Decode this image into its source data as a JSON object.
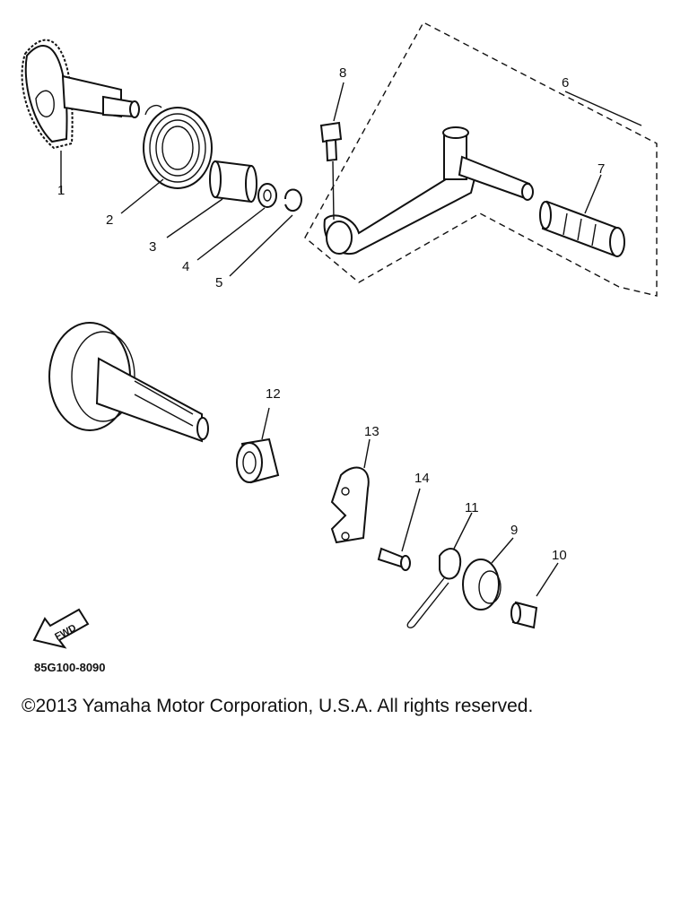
{
  "parts": [
    {
      "ref": "1",
      "name": "gear-1"
    },
    {
      "ref": "2",
      "name": "spring-2"
    },
    {
      "ref": "3",
      "name": "collar-3"
    },
    {
      "ref": "4",
      "name": "washer-4"
    },
    {
      "ref": "5",
      "name": "clip-5"
    },
    {
      "ref": "6",
      "name": "kick-crank-assy-6"
    },
    {
      "ref": "7",
      "name": "grip-7"
    },
    {
      "ref": "8",
      "name": "bolt-8"
    },
    {
      "ref": "9",
      "name": "pinion-gear-9"
    },
    {
      "ref": "10",
      "name": "collar-10"
    },
    {
      "ref": "11",
      "name": "clip-11"
    },
    {
      "ref": "12",
      "name": "bushing-12"
    },
    {
      "ref": "13",
      "name": "guide-plate-13"
    },
    {
      "ref": "14",
      "name": "screw-14"
    }
  ],
  "fwd_label": "FWD",
  "diagram_code": "85G100-8090",
  "copyright": "©2013 Yamaha Motor Corporation, U.S.A. All rights reserved."
}
